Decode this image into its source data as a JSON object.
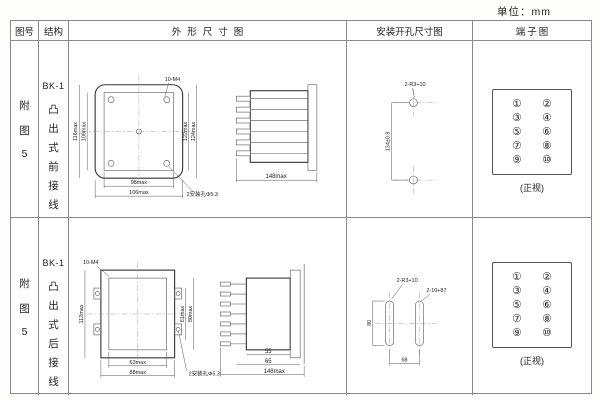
{
  "unit_label": "单位：mm",
  "headers": {
    "fig": "图号",
    "structure": "结构",
    "outline": "外形尺寸图",
    "mounting": "安装开孔尺寸图",
    "terminal": "端子图"
  },
  "rows": [
    {
      "fig_chars": [
        "附",
        "图",
        "5"
      ],
      "model": "BK-1",
      "structure_chars": [
        "凸",
        "出",
        "式",
        "前",
        "接",
        "线"
      ],
      "outline": {
        "thread_label": "10-M4",
        "left_outer": "116max",
        "left_inner": "108max",
        "right_inner": "122max",
        "right_outer": "124max",
        "bottom_inner": "98max",
        "bottom_outer": "106max",
        "hole_note": "2安装孔Φ5.3",
        "side_width": "148max"
      },
      "mounting": {
        "hole_label": "2-R3+10",
        "height_dim": "134±0.8"
      },
      "terminal": {
        "pins": [
          "①",
          "②",
          "③",
          "④",
          "⑤",
          "⑥",
          "⑦",
          "⑧",
          "⑨",
          "⑩"
        ],
        "caption": "(正视)"
      }
    },
    {
      "fig_chars": [
        "附",
        "图",
        "5"
      ],
      "model": "BK-1",
      "structure_chars": [
        "凸",
        "出",
        "式",
        "后",
        "接",
        "线"
      ],
      "outline": {
        "thread_label": "10-M4",
        "left_dim": "112max",
        "right_inner": "61max",
        "right_outer": "80max",
        "bottom_inner": "63max",
        "bottom_outer": "88max",
        "hole_note": "2安装孔Φ5.3",
        "side_depth1": "55",
        "side_depth2": "65",
        "side_width": "148max"
      },
      "mounting": {
        "hole_label": "2-R3+10",
        "hole_label2": "2-10+87",
        "height_dim": "80",
        "width_dim": "68"
      },
      "terminal": {
        "pins": [
          "①",
          "②",
          "③",
          "④",
          "⑤",
          "⑥",
          "⑦",
          "⑧",
          "⑨",
          "⑩"
        ],
        "caption": "(正视)"
      }
    }
  ]
}
